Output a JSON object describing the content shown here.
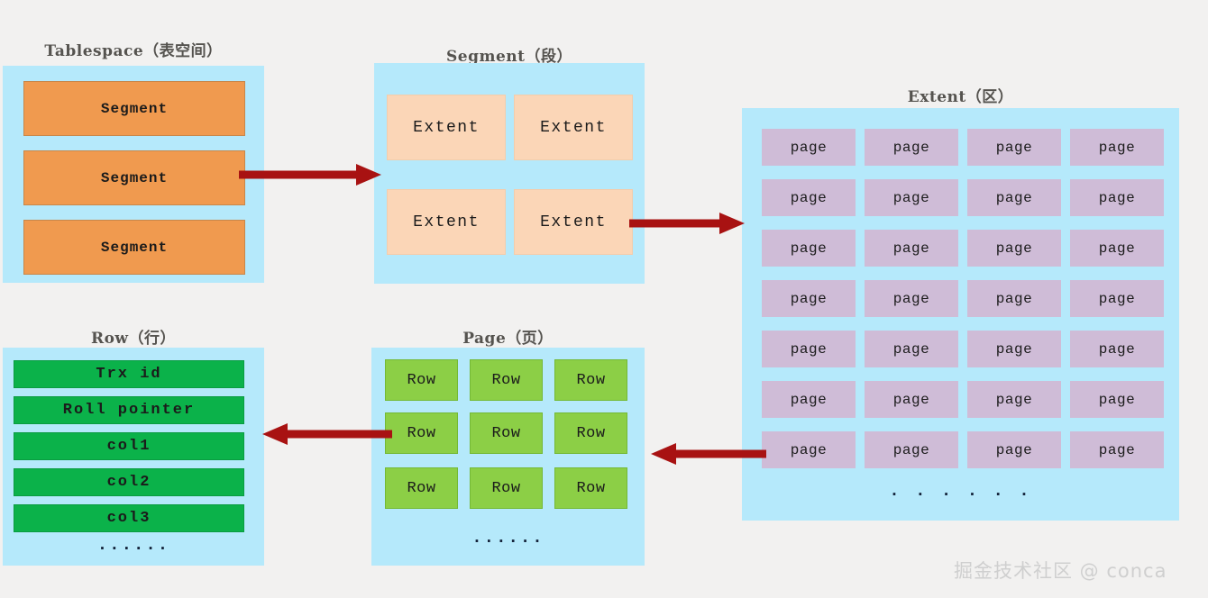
{
  "diagram": {
    "title_color": "#55534f",
    "arrow_color": "#a81212",
    "panel_color": "#b5e9fb",
    "background": "#f2f1f0",
    "ellipsis": "· · · · · ·"
  },
  "tablespace": {
    "title": "Tablespace（表空间）",
    "fill": "#f09a4f",
    "items": [
      {
        "label": "Segment"
      },
      {
        "label": "Segment"
      },
      {
        "label": "Segment"
      }
    ]
  },
  "segment": {
    "title": "Segment（段）",
    "fill": "#fbd6b7",
    "items": [
      {
        "label": "Extent"
      },
      {
        "label": "Extent"
      },
      {
        "label": "Extent"
      },
      {
        "label": "Extent"
      }
    ]
  },
  "extent": {
    "title": "Extent（区）",
    "fill": "#cfbcd7",
    "ellipsis": "· · · · · ·",
    "rows": [
      [
        "page",
        "page",
        "page",
        "page"
      ],
      [
        "page",
        "page",
        "page",
        "page"
      ],
      [
        "page",
        "page",
        "page",
        "page"
      ],
      [
        "page",
        "page",
        "page",
        "page"
      ],
      [
        "page",
        "page",
        "page",
        "page"
      ],
      [
        "page",
        "page",
        "page",
        "page"
      ],
      [
        "page",
        "page",
        "page",
        "page"
      ]
    ]
  },
  "page": {
    "title": "Page（页）",
    "fill": "#8ccf46",
    "ellipsis": "······",
    "rows": [
      [
        "Row",
        "Row",
        "Row"
      ],
      [
        "Row",
        "Row",
        "Row"
      ],
      [
        "Row",
        "Row",
        "Row"
      ]
    ]
  },
  "row": {
    "title": "Row（行）",
    "fill": "#0bb24a",
    "ellipsis": "······",
    "fields": [
      {
        "label": "Trx id"
      },
      {
        "label": "Roll pointer"
      },
      {
        "label": "col1"
      },
      {
        "label": "col2"
      },
      {
        "label": "col3"
      }
    ]
  },
  "arrows": [
    {
      "name": "tablespace-to-segment",
      "direction": "right"
    },
    {
      "name": "segment-to-extent",
      "direction": "right"
    },
    {
      "name": "extent-to-page",
      "direction": "left"
    },
    {
      "name": "page-to-row",
      "direction": "left"
    }
  ],
  "watermark": {
    "text": "掘金技术社区 @ conca"
  }
}
